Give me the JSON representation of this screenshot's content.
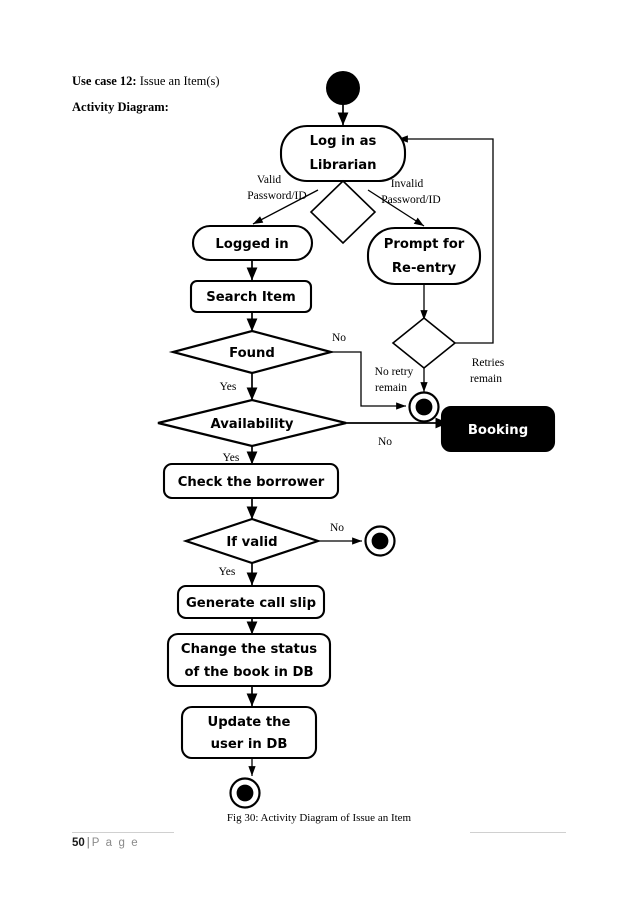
{
  "document": {
    "heading_usecase_label": "Use case 12:",
    "heading_usecase_title": "Issue an Item(s)",
    "heading_section": "Activity Diagram:",
    "caption": "Fig 30: Activity Diagram of Issue an Item",
    "footer_page_number": "50",
    "footer_separator": "|",
    "footer_word": "P a g e"
  },
  "diagram": {
    "type": "uml-activity-diagram",
    "colors": {
      "stroke": "#000000",
      "node_fill": "#ffffff",
      "highlight_fill": "#000000",
      "highlight_text": "#ffffff",
      "footer_rule": "#d0d0d0"
    },
    "nodes": {
      "start": "initial-node",
      "login": "Log in as\nLibrarian",
      "login_line1": "Log in as",
      "login_line2": "Librarian",
      "decision_credentials": "",
      "logged_in": "Logged in",
      "search_item": "Search Item",
      "prompt_reentry_line1": "Prompt for",
      "prompt_reentry_line2": "Re-entry",
      "decision_retry": "",
      "found": "Found",
      "availability": "Availability",
      "booking": "Booking",
      "check_borrower": "Check the borrower",
      "if_valid": "If valid",
      "generate_call_slip": "Generate call slip",
      "change_status_line1": "Change the status",
      "change_status_line2": "of the book in DB",
      "update_user_line1": "Update the",
      "update_user_line2": "user in DB",
      "final_retry": "final-node",
      "final_ifvalid": "final-node",
      "final_end": "final-node"
    },
    "edge_labels": {
      "valid_line1": "Valid",
      "valid_line2": "Password/ID",
      "invalid_line1": "Invalid",
      "invalid_line2": "Password/ID",
      "found_no": "No",
      "found_yes": "Yes",
      "availability_yes": "Yes",
      "availability_no": "No",
      "no_retry_line1": "No retry",
      "no_retry_line2": "remain",
      "retries_line1": "Retries",
      "retries_line2": "remain",
      "ifvalid_no": "No",
      "ifvalid_yes": "Yes"
    }
  }
}
